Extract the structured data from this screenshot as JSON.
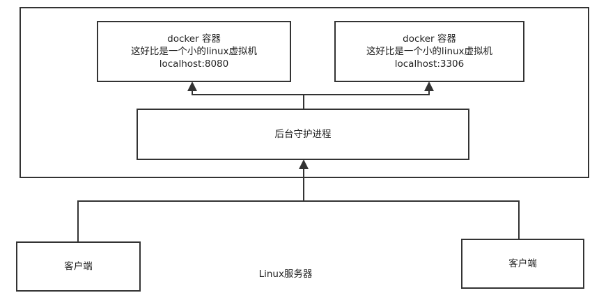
{
  "docker_left": {
    "title": "docker 容器",
    "desc": "这好比是一个小的linux虚拟机",
    "address": "localhost:8080"
  },
  "docker_right": {
    "title": "docker 容器",
    "desc": "这好比是一个小的linux虚拟机",
    "address": "localhost:3306"
  },
  "daemon": {
    "label": "后台守护进程"
  },
  "client_left": {
    "label": "客户端"
  },
  "client_right": {
    "label": "客户端"
  },
  "server": {
    "label": "Linux服务器"
  },
  "colors": {
    "line": "#333333",
    "background": "#ffffff"
  }
}
